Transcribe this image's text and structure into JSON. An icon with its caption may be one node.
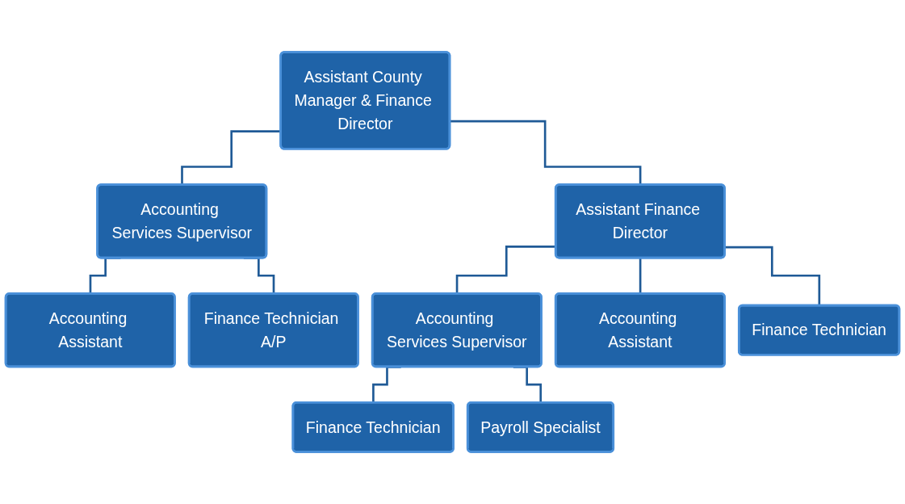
{
  "diagram": {
    "nodes": [
      {
        "text": [
          "Assistant County Manager & Finance Director"
        ]
      },
      {
        "text": [
          "Accounting Services Supervisor"
        ]
      },
      {
        "text": [
          "Assistant Finance Director"
        ]
      },
      {
        "text": [
          "Accounting Services Supervisor"
        ]
      },
      {
        "text": [
          "Accounting Assistant"
        ]
      },
      {
        "text": [
          "Finance Technician A/P"
        ]
      },
      {
        "text": [
          "Accounting Assistant"
        ]
      },
      {
        "text": [
          "Finance Technician"
        ]
      },
      {
        "text": [
          "Finance Technician"
        ]
      },
      {
        "text": [
          "Payroll Specialist"
        ]
      }
    ],
    "edges": [
      {
        "from": 0,
        "to": 1,
        "arrow": "none"
      },
      {
        "from": 0,
        "to": 2,
        "arrow": "none"
      },
      {
        "from": 1,
        "to": 4,
        "arrow": "none"
      },
      {
        "from": 1,
        "to": 5,
        "arrow": "none"
      },
      {
        "from": 2,
        "to": 3,
        "arrow": "none"
      },
      {
        "from": 2,
        "to": 6,
        "arrow": "none"
      },
      {
        "from": 2,
        "to": 7,
        "arrow": "none"
      },
      {
        "from": 3,
        "to": 8,
        "arrow": "none"
      },
      {
        "from": 3,
        "to": 9,
        "arrow": "none"
      }
    ]
  }
}
